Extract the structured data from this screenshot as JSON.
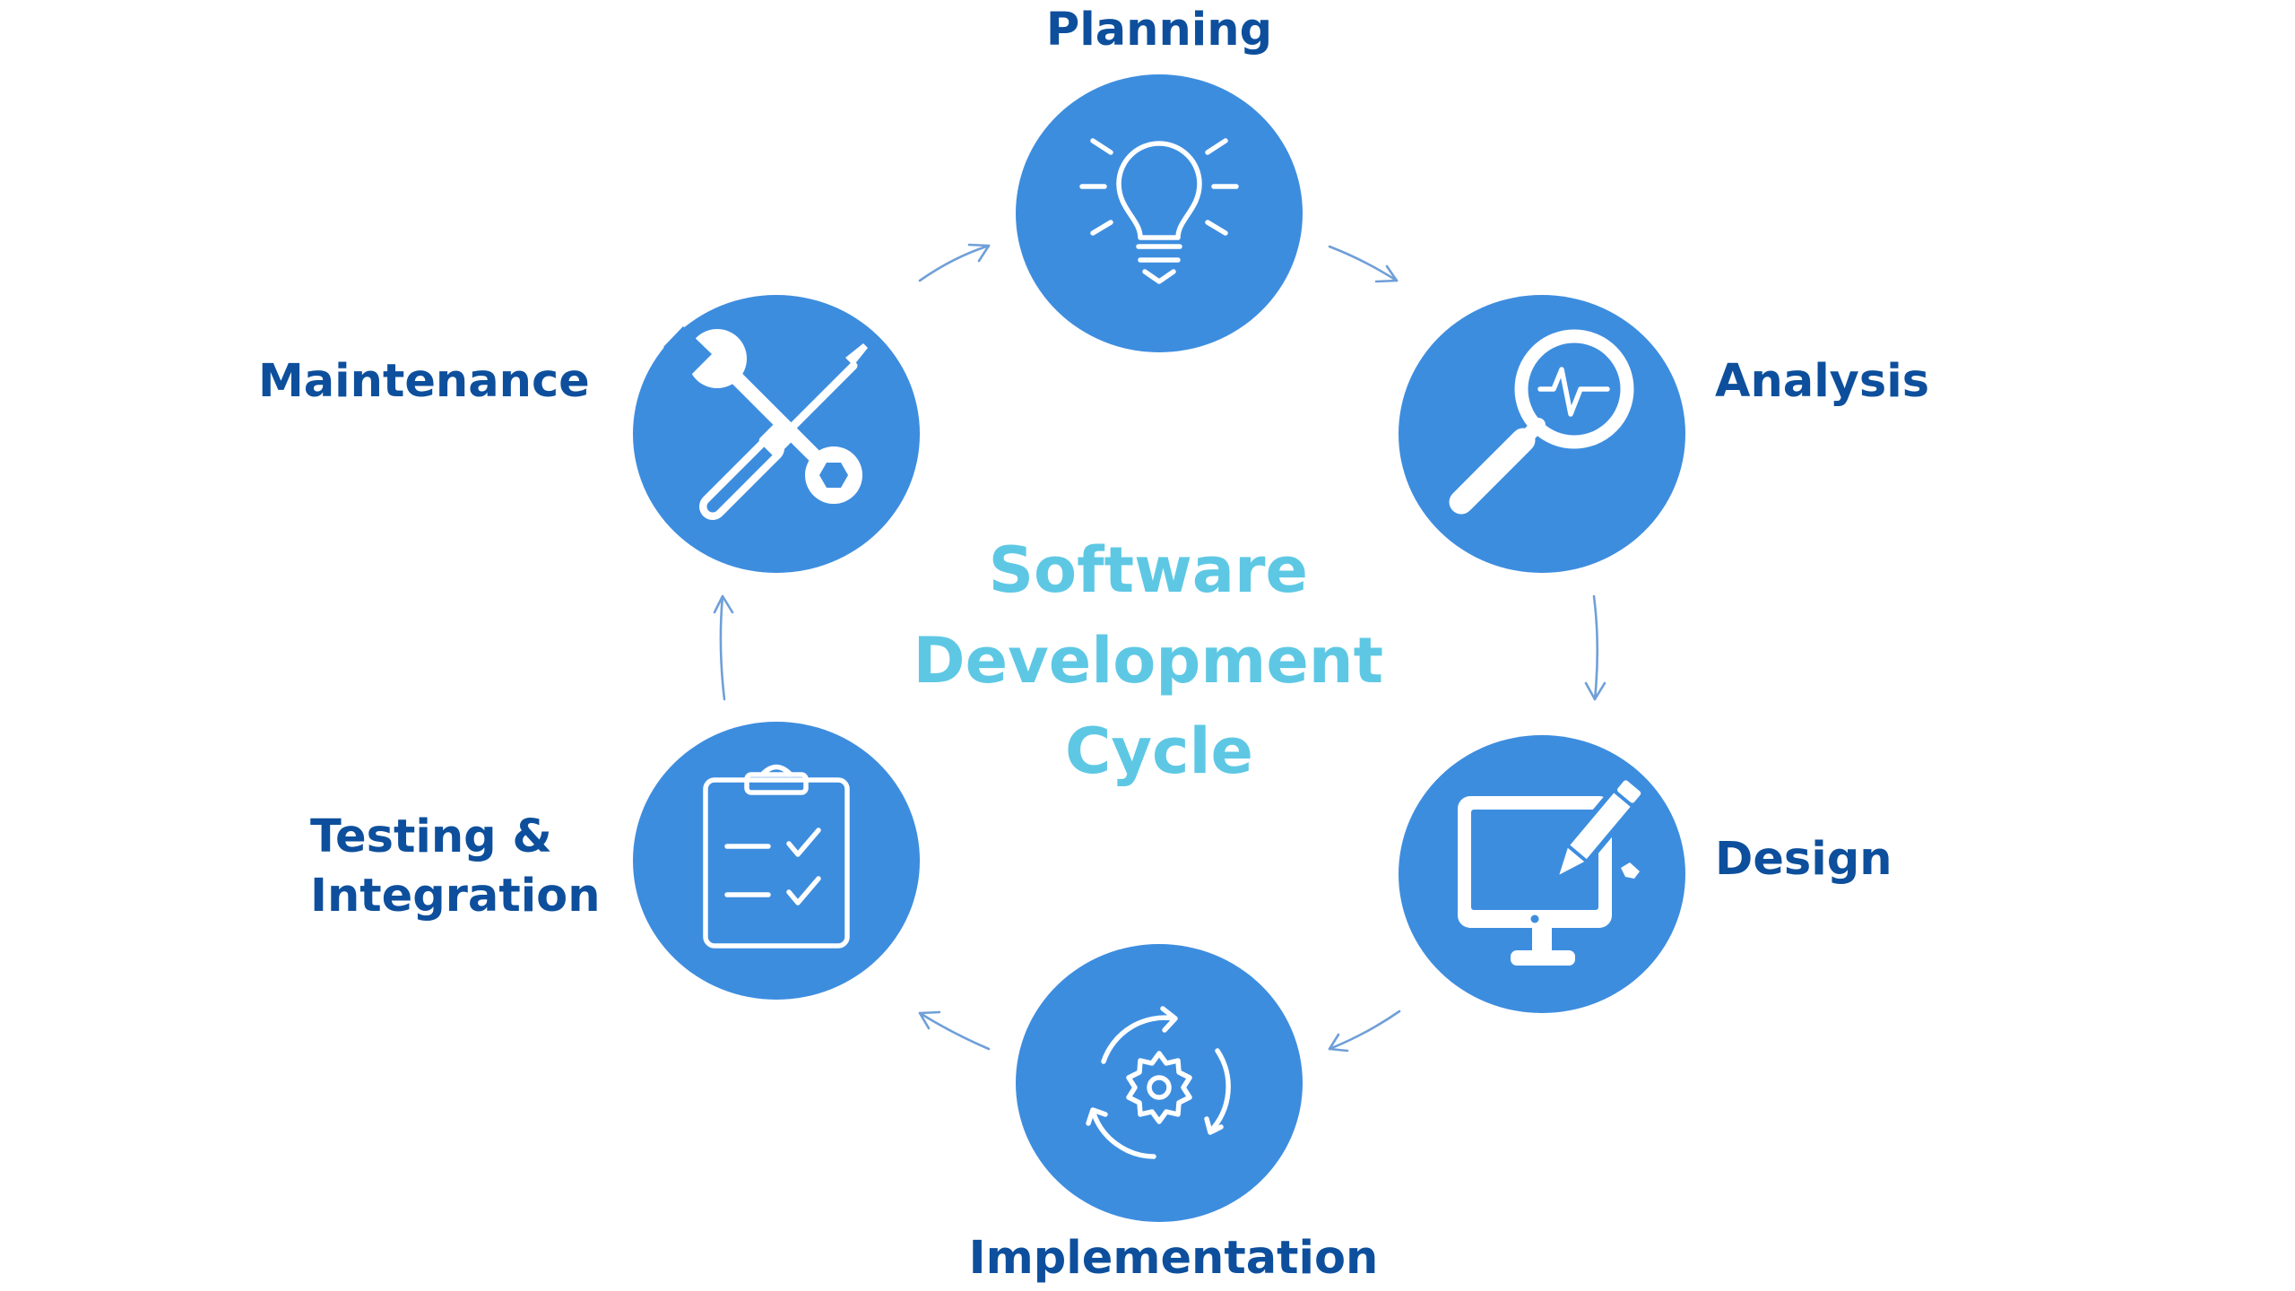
{
  "diagram": {
    "center_title": [
      "Software",
      "Development",
      "Cycle"
    ],
    "stages": [
      {
        "id": "planning",
        "label": [
          "Planning"
        ],
        "icon": "lightbulb-icon"
      },
      {
        "id": "analysis",
        "label": [
          "Analysis"
        ],
        "icon": "magnifier-icon"
      },
      {
        "id": "design",
        "label": [
          "Design"
        ],
        "icon": "monitor-pencil-icon"
      },
      {
        "id": "implementation",
        "label": [
          "Implementation"
        ],
        "icon": "gear-cycle-icon"
      },
      {
        "id": "testing",
        "label": [
          "Testing &",
          "Integration"
        ],
        "icon": "clipboard-checklist-icon"
      },
      {
        "id": "maintenance",
        "label": [
          "Maintenance"
        ],
        "icon": "tools-icon"
      }
    ],
    "colors": {
      "node": "#3d8ddf",
      "label": "#0d4f9c",
      "center_title": "#5ec8e4",
      "arrow": "#6f9fd8"
    }
  }
}
